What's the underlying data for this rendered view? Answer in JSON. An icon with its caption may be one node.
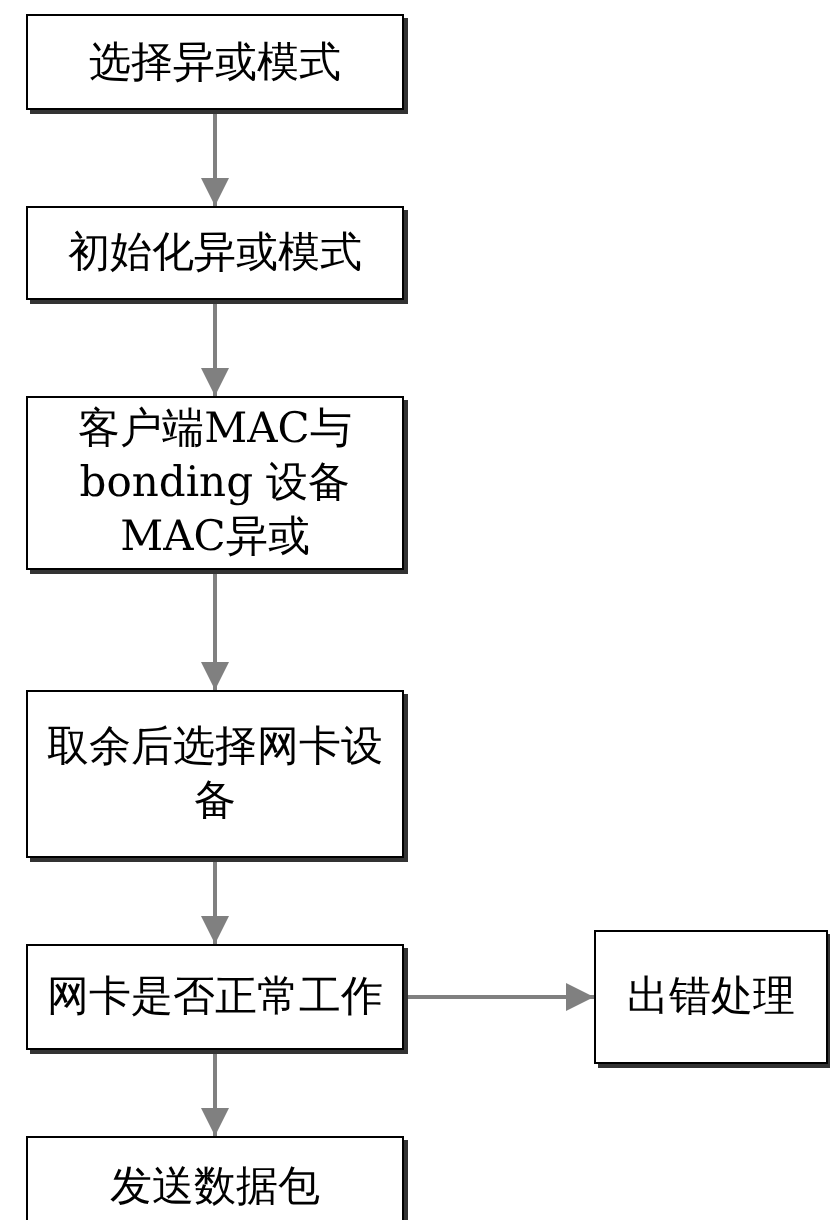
{
  "diagram": {
    "nodes": [
      {
        "text": [
          "选择异或模式"
        ]
      },
      {
        "text": [
          "初始化异或模式"
        ]
      },
      {
        "text": [
          "客户端MAC与bonding 设备MAC异或"
        ]
      },
      {
        "text": [
          "取余后选择网卡设备"
        ]
      },
      {
        "text": [
          "网卡是否正常工作"
        ]
      },
      {
        "text": [
          "出错处理"
        ]
      },
      {
        "text": [
          "发送数据包"
        ]
      }
    ],
    "edges": [
      {
        "from": 0,
        "to": 1,
        "arrow": "to"
      },
      {
        "from": 1,
        "to": 2,
        "arrow": "to"
      },
      {
        "from": 2,
        "to": 3,
        "arrow": "to"
      },
      {
        "from": 3,
        "to": 4,
        "arrow": "to"
      },
      {
        "from": 4,
        "to": 5,
        "arrow": "to"
      },
      {
        "from": 4,
        "to": 6,
        "arrow": "to"
      }
    ]
  }
}
